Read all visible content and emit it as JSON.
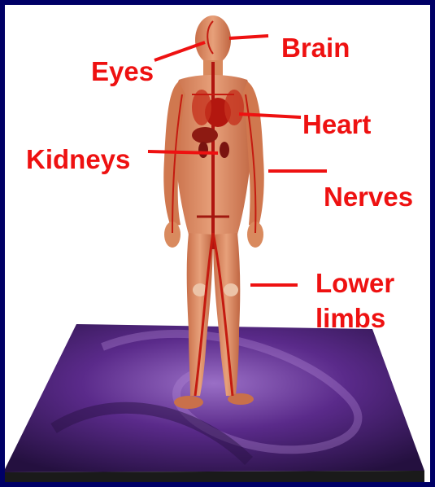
{
  "colors": {
    "border": "#000066",
    "label": "#ee1111",
    "skin": "#d98a5e",
    "vessel": "#c41a10",
    "platform_top": "#4b1f78",
    "platform_side": "#1a1a1a"
  },
  "labels": {
    "brain": "Brain",
    "eyes": "Eyes",
    "heart": "Heart",
    "kidneys": "Kidneys",
    "nerves": "Nerves",
    "lower_limbs_line1": "Lower",
    "lower_limbs_line2": "limbs"
  }
}
